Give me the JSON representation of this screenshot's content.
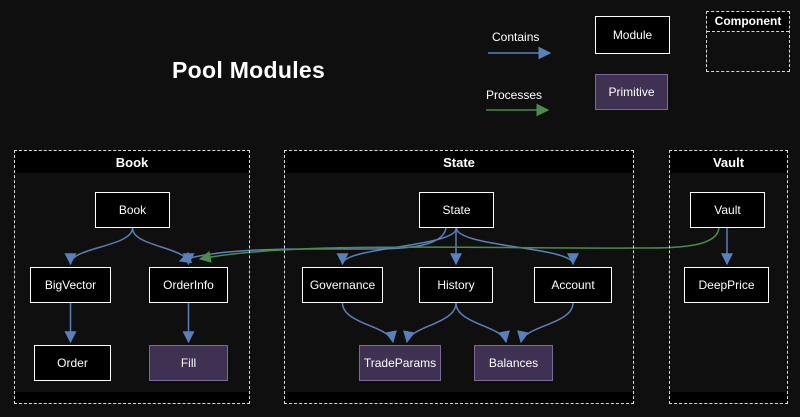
{
  "title": "Pool Modules",
  "colors": {
    "background": "#0f0f0f",
    "contains_edge": "#5b7fb8",
    "processes_edge": "#4a8c4a",
    "module_bg": "#000000",
    "module_border": "#ffffff",
    "primitive_bg": "#3e3152",
    "primitive_border": "#7a6a99",
    "component_border": "#d9d9d9",
    "text": "#ffffff"
  },
  "legend": {
    "contains_label": "Contains",
    "processes_label": "Processes",
    "module_label": "Module",
    "primitive_label": "Primitive",
    "component_label": "Component"
  },
  "components": {
    "book": {
      "label": "Book",
      "nodes": {
        "book": "Book",
        "bigvector": "BigVector",
        "orderinfo": "OrderInfo",
        "order": "Order",
        "fill": "Fill"
      }
    },
    "state": {
      "label": "State",
      "nodes": {
        "state": "State",
        "governance": "Governance",
        "history": "History",
        "account": "Account",
        "tradeparams": "TradeParams",
        "balances": "Balances"
      }
    },
    "vault": {
      "label": "Vault",
      "nodes": {
        "vault": "Vault",
        "deepprice": "DeepPrice"
      }
    }
  },
  "edges": {
    "contains": [
      {
        "from": "Book",
        "to": "BigVector"
      },
      {
        "from": "Book",
        "to": "OrderInfo"
      },
      {
        "from": "BigVector",
        "to": "Order"
      },
      {
        "from": "OrderInfo",
        "to": "Fill"
      },
      {
        "from": "State",
        "to": "Governance"
      },
      {
        "from": "State",
        "to": "History"
      },
      {
        "from": "State",
        "to": "Account"
      },
      {
        "from": "State",
        "to": "OrderInfo"
      },
      {
        "from": "Governance",
        "to": "TradeParams"
      },
      {
        "from": "History",
        "to": "TradeParams"
      },
      {
        "from": "History",
        "to": "Balances"
      },
      {
        "from": "Account",
        "to": "Balances"
      },
      {
        "from": "Vault",
        "to": "DeepPrice"
      }
    ],
    "processes": [
      {
        "from": "Vault",
        "to": "OrderInfo"
      }
    ]
  }
}
